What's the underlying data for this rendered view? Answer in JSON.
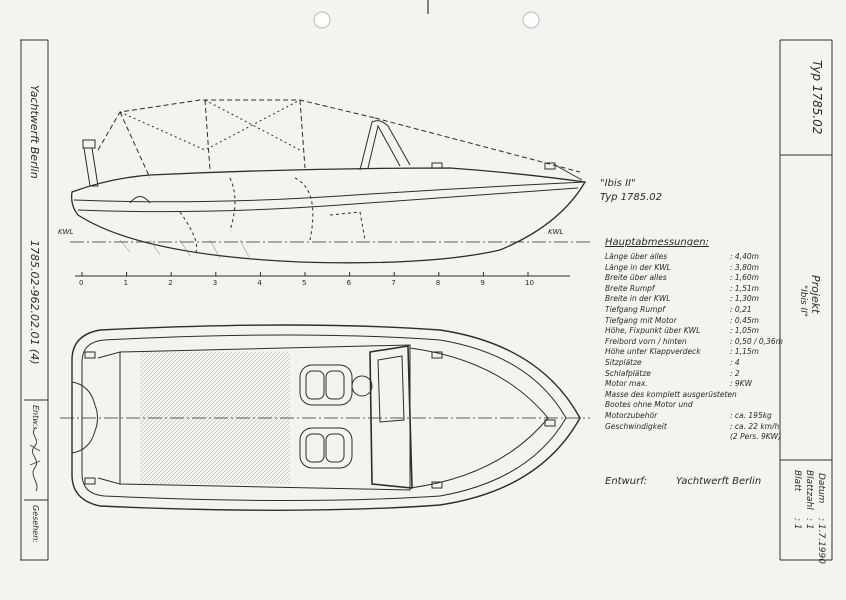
{
  "left_strip": {
    "company": "Yachtwerft Berlin",
    "doc_number": "1785.02-962.02.01 (4)",
    "drawn_label": "Entw.:",
    "seen_label": "Gesehen:"
  },
  "right_strip": {
    "type_label": "Typ 1785.02",
    "project_label": "Projekt",
    "project_name": "\"Ibis II\"",
    "date_label": "Datum",
    "date_value": ": 1.7.1990",
    "sheets_label": "Blattzahl",
    "sheets_value": ": 1",
    "sheet_label": "Blatt",
    "sheet_value": ": 1"
  },
  "side_view": {
    "title_name": "\"Ibis II\"",
    "title_type": "Typ 1785.02",
    "kwl_left": "KWL",
    "kwl_right": "KWL",
    "scale_ticks": [
      "0",
      "1",
      "2",
      "3",
      "4",
      "5",
      "6",
      "7",
      "8",
      "9",
      "10"
    ]
  },
  "specs": {
    "heading": "Hauptabmessungen:",
    "rows": [
      {
        "label": "Länge über alles",
        "value": ": 4,40m"
      },
      {
        "label": "Länge in der KWL",
        "value": ": 3,80m"
      },
      {
        "label": "Breite über alles",
        "value": ": 1,60m"
      },
      {
        "label": "Breite Rumpf",
        "value": ": 1,51m"
      },
      {
        "label": "Breite in der KWL",
        "value": ": 1,30m"
      },
      {
        "label": "Tiefgang Rumpf",
        "value": ": 0,21"
      },
      {
        "label": "Tiefgang mit Motor",
        "value": ": 0,45m"
      },
      {
        "label": "Höhe, Fixpunkt über KWL",
        "value": ": 1,05m"
      },
      {
        "label": "Freibord vorn / hinten",
        "value": ": 0,50 / 0,36m"
      },
      {
        "label": "Höhe unter Klappverdeck",
        "value": ": 1,15m"
      },
      {
        "label": "Sitzplätze",
        "value": ": 4"
      },
      {
        "label": "Schlafplätze",
        "value": ": 2"
      },
      {
        "label": "Motor max.",
        "value": ": 9KW"
      },
      {
        "label": "Masse des komplett ausgerüsteten",
        "value": ""
      },
      {
        "label": "Bootes ohne Motor und",
        "value": ""
      },
      {
        "label": "Motorzubehör",
        "value": ": ca. 195kg"
      },
      {
        "label": "Geschwindigkeit",
        "value": ": ca. 22 km/h"
      },
      {
        "label": "",
        "value": "(2 Pers. 9KW)"
      }
    ]
  },
  "footer": {
    "design_label": "Entwurf:",
    "design_value": "Yachtwerft Berlin"
  }
}
